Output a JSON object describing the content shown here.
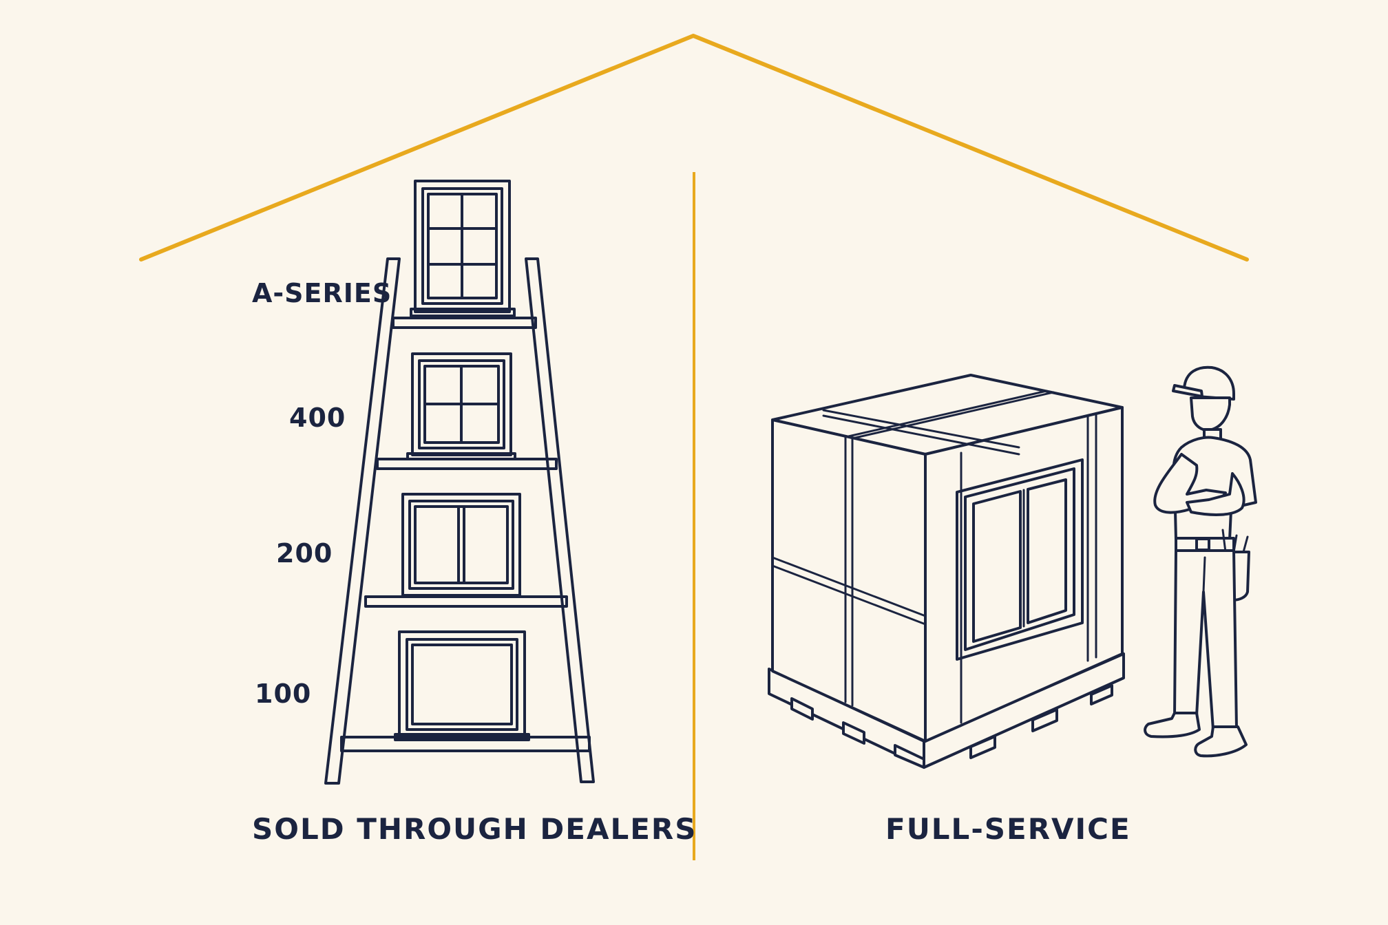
{
  "colors": {
    "background": "#fbf6ec",
    "ink": "#1b2440",
    "accent": "#e8a91e"
  },
  "left_panel": {
    "tiers": [
      {
        "label": "A-SERIES"
      },
      {
        "label": "400"
      },
      {
        "label": "200"
      },
      {
        "label": "100"
      }
    ],
    "caption": "SOLD THROUGH DEALERS",
    "icon": "window-ladder-icon"
  },
  "right_panel": {
    "caption": "FULL-SERVICE",
    "icons": [
      "wrapped-pallet-icon",
      "installer-worker-icon"
    ]
  }
}
